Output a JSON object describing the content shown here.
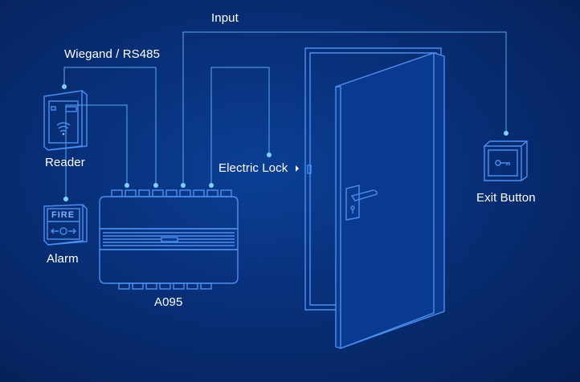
{
  "labels": {
    "input": "Input",
    "wiegand": "Wiegand / RS485",
    "reader": "Reader",
    "alarm": "Alarm",
    "controller": "A095",
    "electric_lock": "Electric Lock",
    "exit_button": "Exit Button",
    "fire": "FIRE"
  },
  "colors": {
    "background": "#082f78",
    "wire": "#5aa9ee",
    "device_outline": "#4d8ff0",
    "node": "#7fd0ff",
    "text": "#ffffff"
  },
  "icons": {
    "reader": "card-reader-icon",
    "alarm": "fire-alarm-icon",
    "exit": "exit-button-icon",
    "lock_arrow": "triangle-right-icon"
  }
}
